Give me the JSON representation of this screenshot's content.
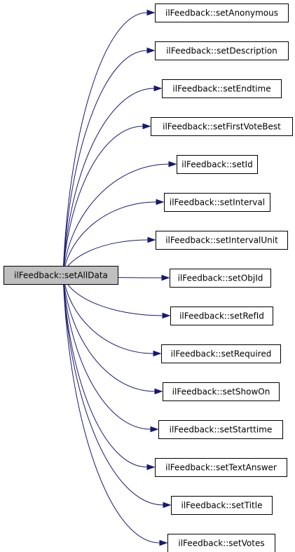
{
  "root": {
    "label": "ilFeedback::setAllData",
    "fill": "#bfbfbf"
  },
  "edge_color": "#191970",
  "callees": [
    {
      "label": "ilFeedback::setAnonymous"
    },
    {
      "label": "ilFeedback::setDescription"
    },
    {
      "label": "ilFeedback::setEndtime"
    },
    {
      "label": "ilFeedback::setFirstVoteBest"
    },
    {
      "label": "ilFeedback::setId"
    },
    {
      "label": "ilFeedback::setInterval"
    },
    {
      "label": "ilFeedback::setIntervalUnit"
    },
    {
      "label": "ilFeedback::setObjId"
    },
    {
      "label": "ilFeedback::setRefId"
    },
    {
      "label": "ilFeedback::setRequired"
    },
    {
      "label": "ilFeedback::setShowOn"
    },
    {
      "label": "ilFeedback::setStarttime"
    },
    {
      "label": "ilFeedback::setTextAnswer"
    },
    {
      "label": "ilFeedback::setTitle"
    },
    {
      "label": "ilFeedback::setVotes"
    }
  ]
}
